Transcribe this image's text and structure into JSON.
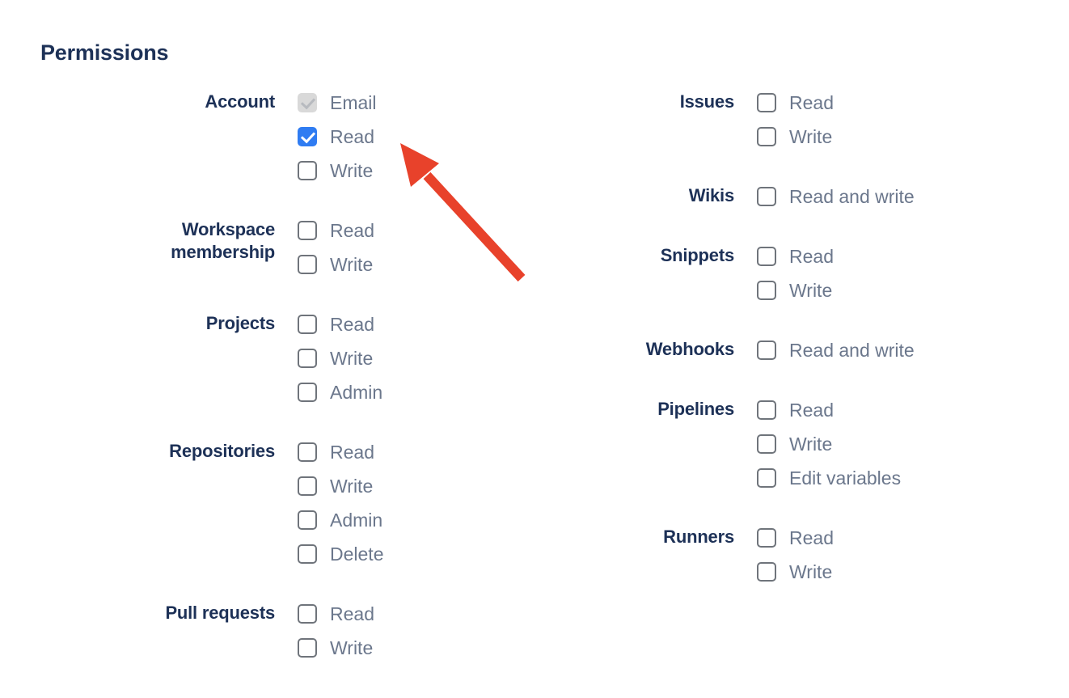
{
  "title": "Permissions",
  "colors": {
    "heading": "#1d3157",
    "group_label": "#1d3157",
    "option_label": "#6b778c",
    "checkbox_border": "#6f747b",
    "checkbox_checked_bg": "#2f7cf2",
    "checkbox_disabled_bg": "#d9d9d9",
    "checkbox_disabled_check": "#b7babf",
    "arrow": "#e8422b"
  },
  "columns": {
    "left": [
      {
        "label": "Account",
        "options": [
          {
            "label": "Email",
            "state": "disabled-checked"
          },
          {
            "label": "Read",
            "state": "checked"
          },
          {
            "label": "Write",
            "state": "unchecked"
          }
        ]
      },
      {
        "label": "Workspace membership",
        "options": [
          {
            "label": "Read",
            "state": "unchecked"
          },
          {
            "label": "Write",
            "state": "unchecked"
          }
        ]
      },
      {
        "label": "Projects",
        "options": [
          {
            "label": "Read",
            "state": "unchecked"
          },
          {
            "label": "Write",
            "state": "unchecked"
          },
          {
            "label": "Admin",
            "state": "unchecked"
          }
        ]
      },
      {
        "label": "Repositories",
        "options": [
          {
            "label": "Read",
            "state": "unchecked"
          },
          {
            "label": "Write",
            "state": "unchecked"
          },
          {
            "label": "Admin",
            "state": "unchecked"
          },
          {
            "label": "Delete",
            "state": "unchecked"
          }
        ]
      },
      {
        "label": "Pull requests",
        "options": [
          {
            "label": "Read",
            "state": "unchecked"
          },
          {
            "label": "Write",
            "state": "unchecked"
          }
        ]
      }
    ],
    "right": [
      {
        "label": "Issues",
        "options": [
          {
            "label": "Read",
            "state": "unchecked"
          },
          {
            "label": "Write",
            "state": "unchecked"
          }
        ]
      },
      {
        "label": "Wikis",
        "options": [
          {
            "label": "Read and write",
            "state": "unchecked"
          }
        ]
      },
      {
        "label": "Snippets",
        "options": [
          {
            "label": "Read",
            "state": "unchecked"
          },
          {
            "label": "Write",
            "state": "unchecked"
          }
        ]
      },
      {
        "label": "Webhooks",
        "options": [
          {
            "label": "Read and write",
            "state": "unchecked"
          }
        ]
      },
      {
        "label": "Pipelines",
        "options": [
          {
            "label": "Read",
            "state": "unchecked"
          },
          {
            "label": "Write",
            "state": "unchecked"
          },
          {
            "label": "Edit variables",
            "state": "unchecked"
          }
        ]
      },
      {
        "label": "Runners",
        "options": [
          {
            "label": "Read",
            "state": "unchecked"
          },
          {
            "label": "Write",
            "state": "unchecked"
          }
        ]
      }
    ]
  }
}
